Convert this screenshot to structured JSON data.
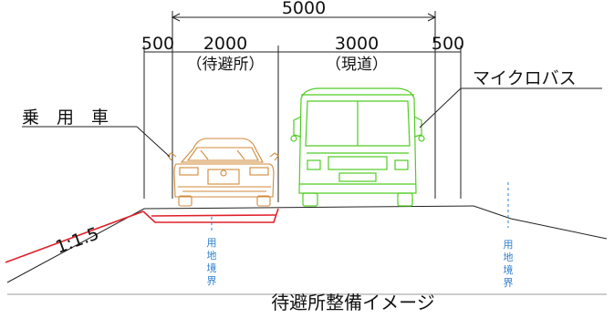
{
  "dimensions": {
    "total": "5000",
    "left_margin": "500",
    "passing_place": "2000",
    "passing_place_label": "（待避所）",
    "road": "3000",
    "road_label": "（現道）",
    "right_margin": "500"
  },
  "labels": {
    "car": "乗　用　車",
    "bus": "マイクロバス",
    "slope": "1:1.5",
    "boundary_left": [
      "用",
      "地",
      "境",
      "界"
    ],
    "boundary_right": [
      "用",
      "地",
      "境",
      "界"
    ]
  },
  "caption": "待避所整備イメージ",
  "colors": {
    "car": "#d08a3a",
    "bus": "#4fcc22",
    "slope_red": "#e0202a",
    "boundary_blue": "#2f7fd0",
    "line": "#222222"
  }
}
